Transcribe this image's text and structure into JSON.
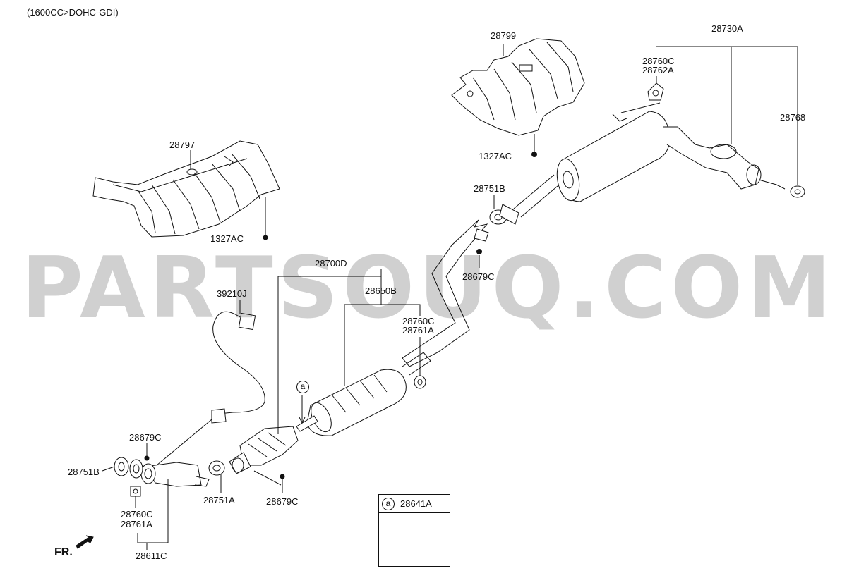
{
  "engine_label": "(1600CC>DOHC-GDI)",
  "watermark": "PARTSOUQ.COM",
  "front_label": "FR.",
  "detail_marker": "a",
  "inset": {
    "marker": "a",
    "part": "28641A"
  },
  "parts": {
    "p28797": "28797",
    "p1327ac_left": "1327AC",
    "p28799": "28799",
    "p1327ac_top": "1327AC",
    "p28730a": "28730A",
    "p28760c_top": "28760C",
    "p28762a": "28762A",
    "p28768": "28768",
    "p28751b_right": "28751B",
    "p28679c_right": "28679C",
    "p28700d": "28700D",
    "p28650b": "28650B",
    "p28760c_mid": "28760C",
    "p28761a_mid": "28761A",
    "p39210j": "39210J",
    "p28679c_left": "28679C",
    "p28751b_left": "28751B",
    "p28760c_bot": "28760C",
    "p28761a_bot": "28761A",
    "p28611c": "28611C",
    "p28751a": "28751A",
    "p28679c_mid": "28679C"
  },
  "colors": {
    "line": "#111111",
    "part_fill": "#ffffff",
    "watermark": "#000000"
  }
}
